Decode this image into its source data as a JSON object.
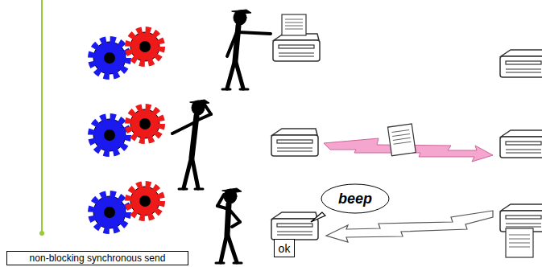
{
  "diagram": {
    "nodes": [
      {
        "text": [
          "beep"
        ]
      },
      {
        "text": [
          "ok"
        ]
      },
      {
        "text": [
          "non-blocking synchronous send"
        ]
      }
    ]
  }
}
